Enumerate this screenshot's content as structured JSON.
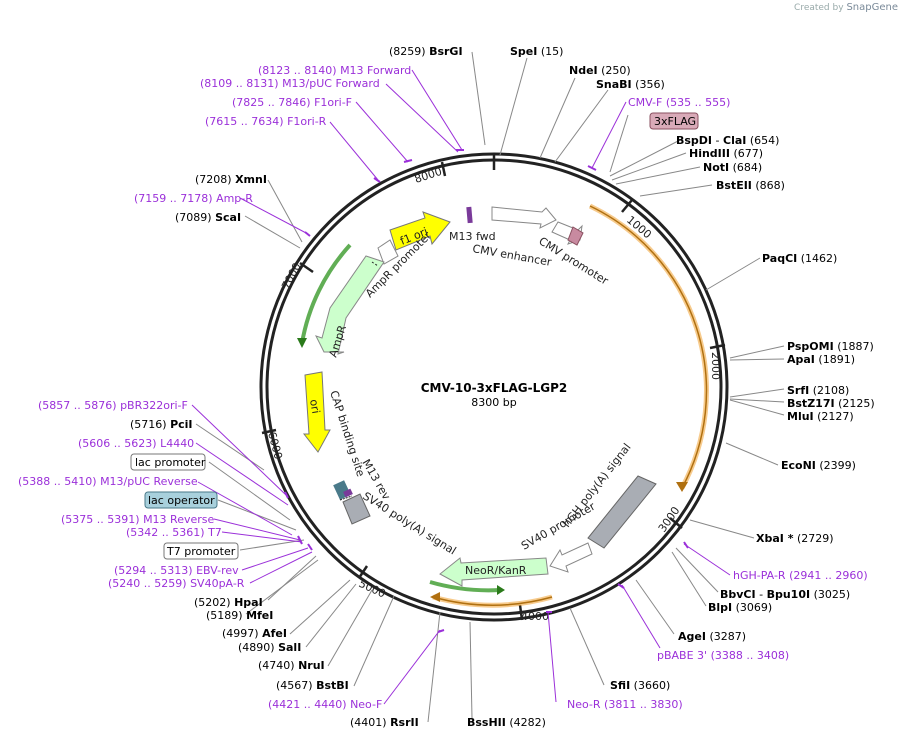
{
  "credit": {
    "prefix": "Created by",
    "brand": "SnapGene"
  },
  "plasmid": {
    "name": "CMV-10-3xFLAG-LGP2",
    "size": "8300 bp"
  },
  "ticks": [
    "1000",
    "2000",
    "3000",
    "4000",
    "5000",
    "6000",
    "7000",
    "8000"
  ],
  "features": {
    "m13_fwd": "M13 fwd",
    "cmv_enhancer": "CMV enhancer",
    "cmv_promoter": "CMV promoter",
    "f1_ori": "f1 ori",
    "ampr_promoter": "AmpR promoter",
    "ampr": "AmpR",
    "ori": "ori",
    "cap_site": "CAP binding site",
    "m13_rev": "M13 rev",
    "sv40_polya": "SV40 poly(A) signal",
    "hgh_polya": "hGH poly(A) signal",
    "sv40_promoter": "SV40 promoter",
    "neor": "NeoR/KanR"
  },
  "boxed_labels": {
    "flag": "3xFLAG",
    "lac_promoter": "lac promoter",
    "lac_operator": "lac operator",
    "t7_promoter": "T7 promoter"
  },
  "sites_left": [
    {
      "pos": "(8259)",
      "name": "BsrGI"
    },
    {
      "pos": "(7208)",
      "name": "XmnI"
    },
    {
      "pos": "(7089)",
      "name": "ScaI"
    },
    {
      "pos": "(5716)",
      "name": "PciI"
    },
    {
      "pos": "(5202)",
      "name": "HpaI"
    },
    {
      "pos": "(5189)",
      "name": "MfeI"
    },
    {
      "pos": "(4997)",
      "name": "AfeI"
    },
    {
      "pos": "(4890)",
      "name": "SalI"
    },
    {
      "pos": "(4740)",
      "name": "NruI"
    },
    {
      "pos": "(4567)",
      "name": "BstBI"
    },
    {
      "pos": "(4401)",
      "name": "RsrII"
    }
  ],
  "sites_right": [
    {
      "name": "SpeI",
      "pos": "(15)"
    },
    {
      "name": "NdeI",
      "pos": "(250)"
    },
    {
      "name": "SnaBI",
      "pos": "(356)"
    },
    {
      "name": "BspDI",
      "extra": "ClaI",
      "pos": "(654)"
    },
    {
      "name": "HindIII",
      "pos": "(677)"
    },
    {
      "name": "NotI",
      "pos": "(684)"
    },
    {
      "name": "BstEII",
      "pos": "(868)"
    },
    {
      "name": "PaqCI",
      "pos": "(1462)"
    },
    {
      "name": "PspOMI",
      "pos": "(1887)"
    },
    {
      "name": "ApaI",
      "pos": "(1891)"
    },
    {
      "name": "SrfI",
      "pos": "(2108)"
    },
    {
      "name": "BstZ17I",
      "pos": "(2125)"
    },
    {
      "name": "MluI",
      "pos": "(2127)"
    },
    {
      "name": "EcoNI",
      "pos": "(2399)"
    },
    {
      "name": "XbaI *",
      "pos": "(2729)"
    },
    {
      "name": "BbvCI",
      "extra": "Bpu10I",
      "pos": "(3025)"
    },
    {
      "name": "BlpI",
      "pos": "(3069)"
    },
    {
      "name": "AgeI",
      "pos": "(3287)"
    },
    {
      "name": "SfiI",
      "pos": "(3660)"
    },
    {
      "name": "BssHII",
      "pos": "(4282)"
    }
  ],
  "primers": [
    {
      "range": "(8123 .. 8140)",
      "name": "M13 Forward"
    },
    {
      "range": "(8109 .. 8131)",
      "name": "M13/pUC Forward"
    },
    {
      "range": "(7825 .. 7846)",
      "name": "F1ori-F"
    },
    {
      "range": "(7615 .. 7634)",
      "name": "F1ori-R"
    },
    {
      "range": "(7159 .. 7178)",
      "name": "Amp-R"
    },
    {
      "range": "(5857 .. 5876)",
      "name": "pBR322ori-F"
    },
    {
      "range": "(5606 .. 5623)",
      "name": "L4440"
    },
    {
      "range": "(5388 .. 5410)",
      "name": "M13/pUC Reverse"
    },
    {
      "range": "(5375 .. 5391)",
      "name": "M13 Reverse"
    },
    {
      "range": "(5342 .. 5361)",
      "name": "T7"
    },
    {
      "range": "(5294 .. 5313)",
      "name": "EBV-rev"
    },
    {
      "range": "(5240 .. 5259)",
      "name": "SV40pA-R"
    },
    {
      "range": "(4421 .. 4440)",
      "name": "Neo-F"
    },
    {
      "name": "CMV-F",
      "range": "(535 .. 555)"
    },
    {
      "name": "hGH-PA-R",
      "range": "(2941 .. 2960)"
    },
    {
      "name": "pBABE 3'",
      "range": "(3388 .. 3408)"
    },
    {
      "name": "Neo-R",
      "range": "(3811 .. 3830)"
    }
  ],
  "colors": {
    "primer": "#9b30d9",
    "site": "#000000",
    "backbone": "#222222",
    "ori_yellow": "#ffff00",
    "ampr_green": "#ccffcc",
    "orf_orange": "#f0a030",
    "polya_gray": "#a9adb4",
    "flag_pink": "#d9aab8",
    "lacop_blue": "#a8d0dc"
  }
}
